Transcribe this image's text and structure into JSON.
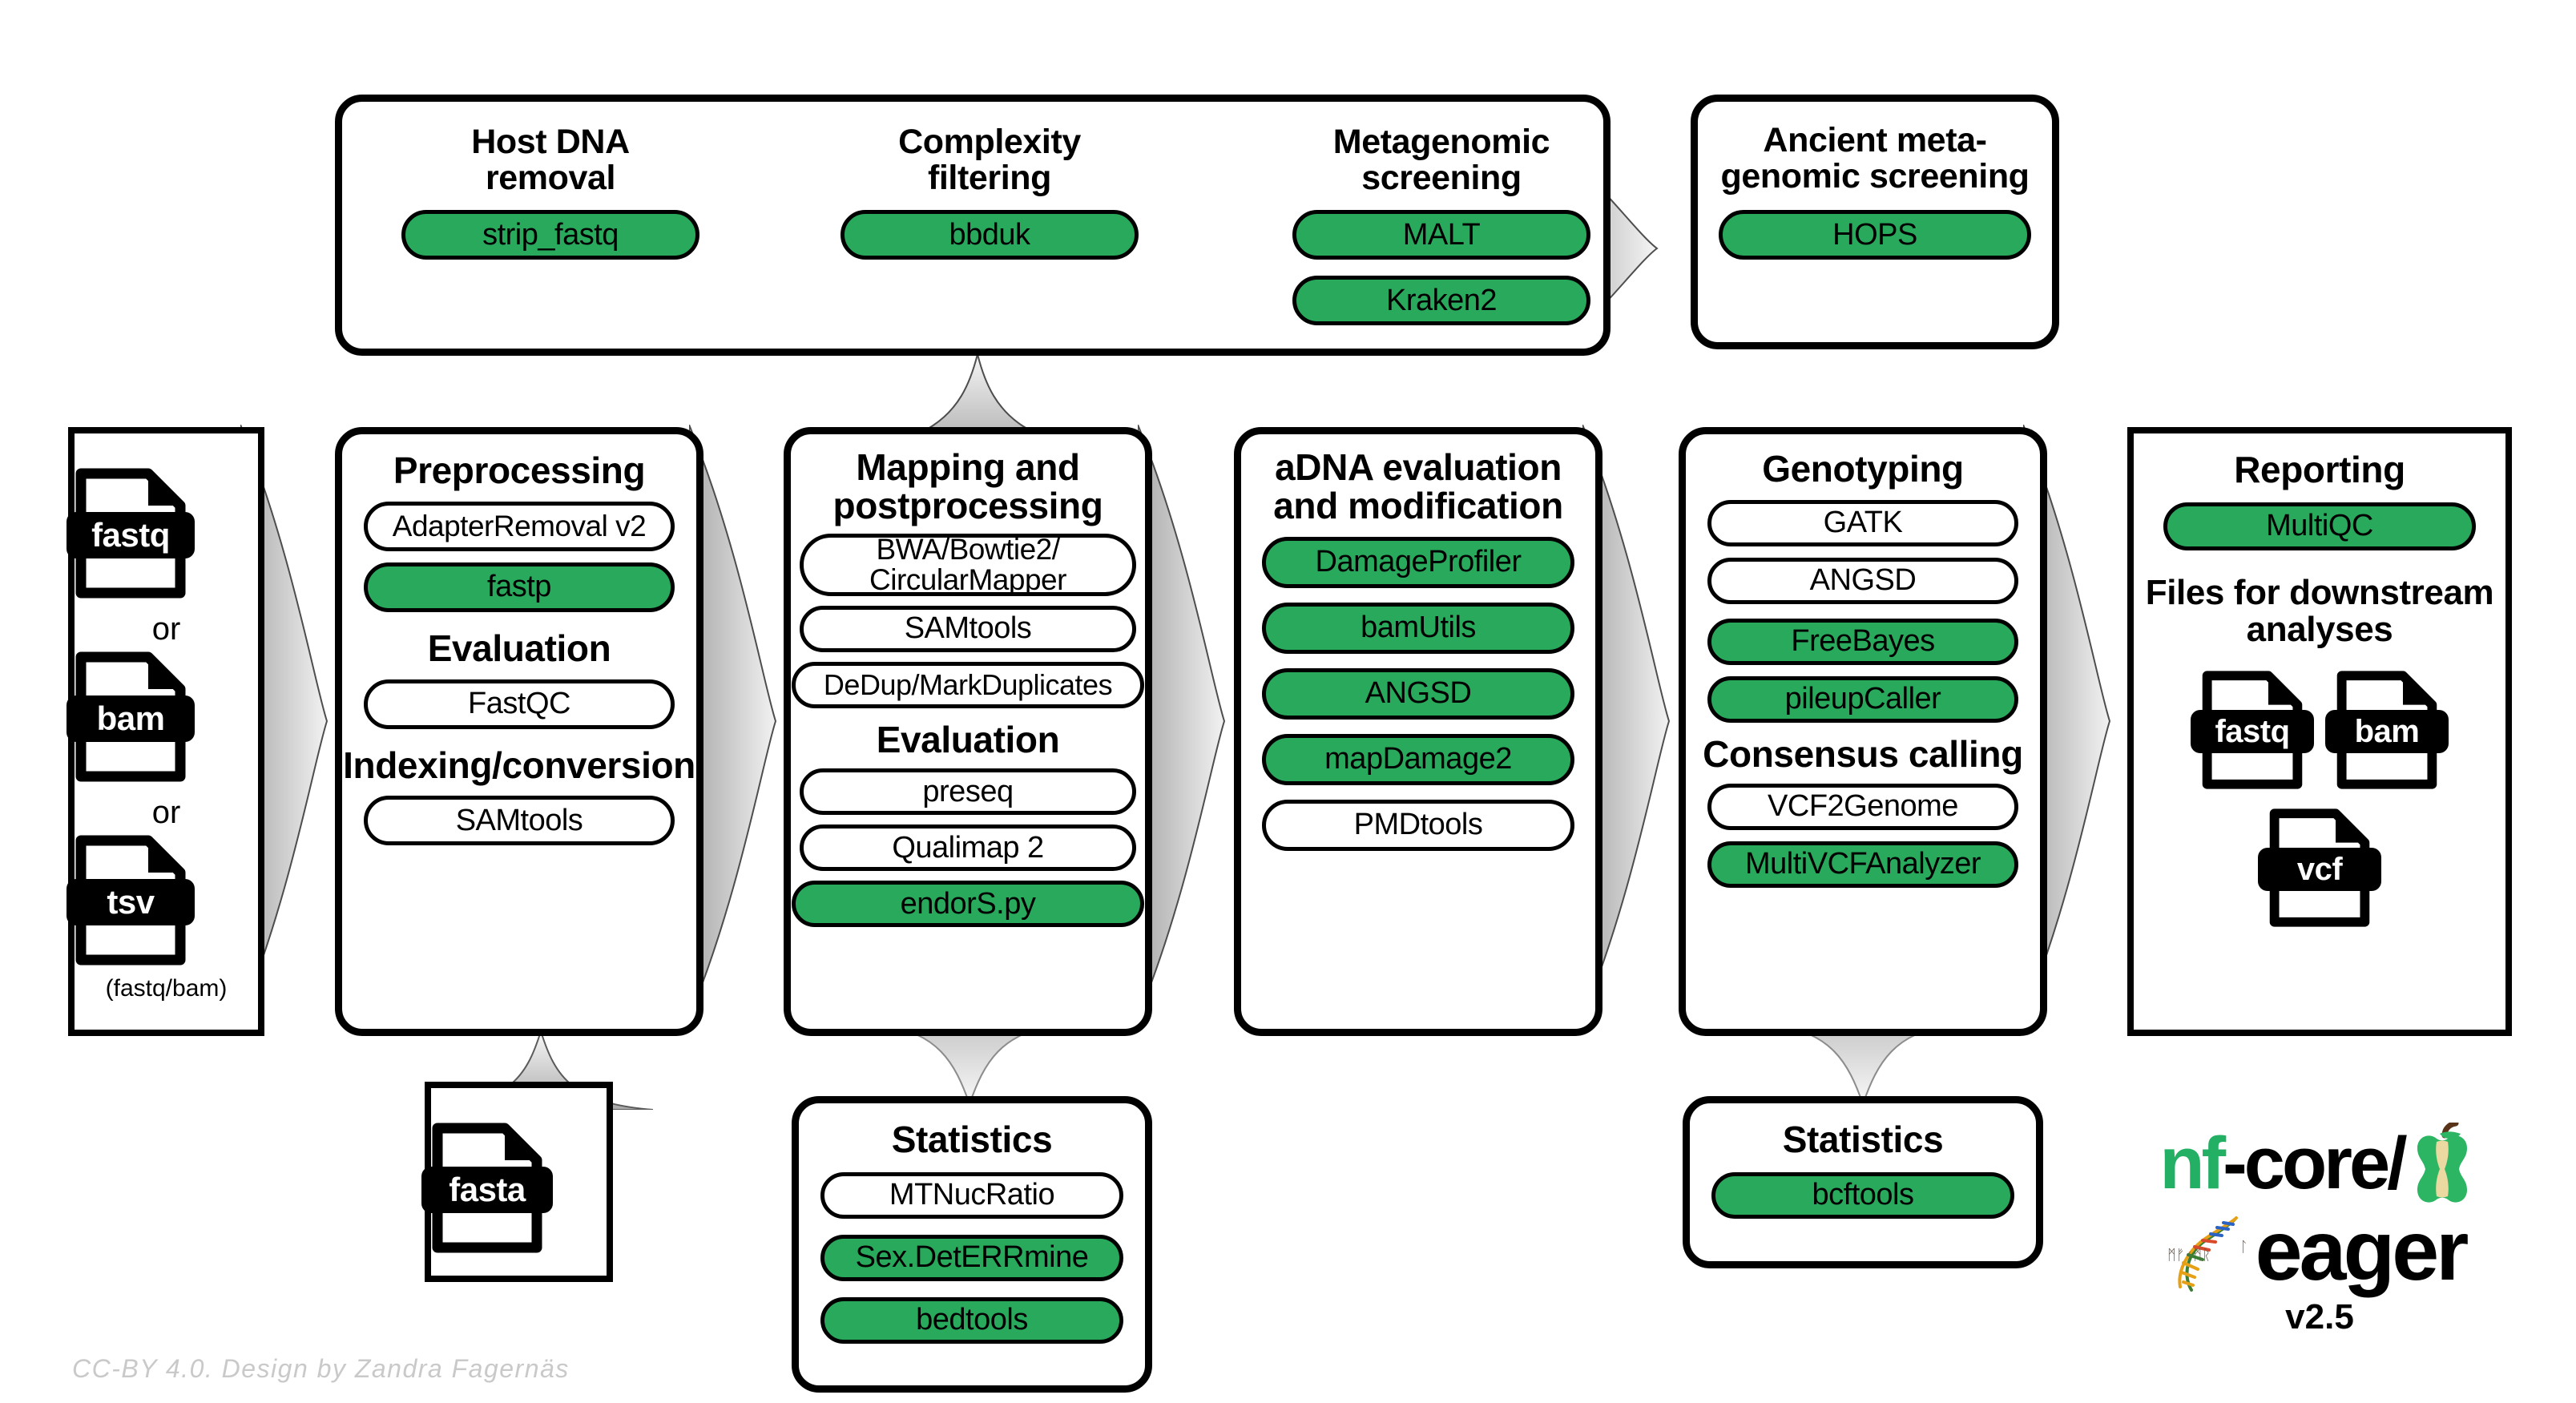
{
  "diagram": {
    "title": "nf-core/eager pipeline overview",
    "accent_green": "#28a95b",
    "logo_green": "#24b064",
    "footer": "CC-BY 4.0. Design by Zandra Fagernäs"
  },
  "logo": {
    "nf": "nf",
    "core": "-core/",
    "eager": "eager",
    "version": "v2.5",
    "apple_icon": "apple-core-icon",
    "dna_icon": "dna-helix-icon"
  },
  "input_box": {
    "files": [
      {
        "label": "fastq",
        "icon": "file-icon-fastq"
      },
      {
        "label": "bam",
        "icon": "file-icon-bam"
      },
      {
        "label": "tsv",
        "icon": "file-icon-tsv"
      }
    ],
    "or_1": "or",
    "or_2": "or",
    "note": "(fastq/bam)"
  },
  "reference_box": {
    "file": {
      "label": "fasta",
      "icon": "file-icon-fasta"
    }
  },
  "screening_panel": {
    "groups": [
      {
        "title": "Host DNA\nremoval",
        "tools": [
          {
            "label": "strip_fastq",
            "green": true
          }
        ]
      },
      {
        "title": "Complexity\nfiltering",
        "tools": [
          {
            "label": "bbduk",
            "green": true
          }
        ]
      },
      {
        "title": "Metagenomic\nscreening",
        "tools": [
          {
            "label": "MALT",
            "green": true
          },
          {
            "label": "Kraken2",
            "green": true
          }
        ]
      }
    ]
  },
  "ancient_screening_box": {
    "title": "Ancient meta-\ngenomic screening",
    "tools": [
      {
        "label": "HOPS",
        "green": true
      }
    ]
  },
  "columns": [
    {
      "name": "preprocessing",
      "title": "Preprocessing",
      "sections": [
        {
          "heading": null,
          "tools": [
            {
              "label": "AdapterRemoval v2",
              "green": false
            },
            {
              "label": "fastp",
              "green": true
            }
          ]
        },
        {
          "heading": "Evaluation",
          "tools": [
            {
              "label": "FastQC",
              "green": false
            }
          ]
        },
        {
          "heading": "Indexing/conversion",
          "tools": [
            {
              "label": "SAMtools",
              "green": false
            }
          ]
        }
      ]
    },
    {
      "name": "mapping",
      "title": "Mapping and\npostprocessing",
      "sections": [
        {
          "heading": null,
          "tools": [
            {
              "label": "BWA/Bowtie2/\nCircularMapper",
              "green": false
            },
            {
              "label": "SAMtools",
              "green": false
            },
            {
              "label": "DeDup/MarkDuplicates",
              "green": false
            }
          ]
        },
        {
          "heading": "Evaluation",
          "tools": [
            {
              "label": "preseq",
              "green": false
            },
            {
              "label": "Qualimap 2",
              "green": false
            },
            {
              "label": "endorS.py",
              "green": true
            }
          ]
        }
      ]
    },
    {
      "name": "adna-evaluation",
      "title": "aDNA evaluation\nand modification",
      "sections": [
        {
          "heading": null,
          "tools": [
            {
              "label": "DamageProfiler",
              "green": true
            },
            {
              "label": "bamUtils",
              "green": true
            },
            {
              "label": "ANGSD",
              "green": true
            },
            {
              "label": "mapDamage2",
              "green": true
            },
            {
              "label": "PMDtools",
              "green": false
            }
          ]
        }
      ]
    },
    {
      "name": "genotyping",
      "title": "Genotyping",
      "sections": [
        {
          "heading": null,
          "tools": [
            {
              "label": "GATK",
              "green": false
            },
            {
              "label": "ANGSD",
              "green": false
            },
            {
              "label": "FreeBayes",
              "green": true
            },
            {
              "label": "pileupCaller",
              "green": true
            }
          ]
        },
        {
          "heading": "Consensus calling",
          "tools": [
            {
              "label": "VCF2Genome",
              "green": false
            },
            {
              "label": "MultiVCFAnalyzer",
              "green": true
            }
          ]
        }
      ]
    },
    {
      "name": "reporting",
      "title": "Reporting",
      "sections": [
        {
          "heading": null,
          "tools": [
            {
              "label": "MultiQC",
              "green": true
            }
          ]
        },
        {
          "heading": "Files for downstream\nanalyses",
          "tools": []
        }
      ],
      "output_files": [
        {
          "label": "fastq",
          "icon": "file-icon-fastq"
        },
        {
          "label": "bam",
          "icon": "file-icon-bam"
        },
        {
          "label": "vcf",
          "icon": "file-icon-vcf"
        }
      ]
    }
  ],
  "statistics_mapping": {
    "title": "Statistics",
    "tools": [
      {
        "label": "MTNucRatio",
        "green": false
      },
      {
        "label": "Sex.DetERRmine",
        "green": true
      },
      {
        "label": "bedtools",
        "green": true
      }
    ]
  },
  "statistics_genotyping": {
    "title": "Statistics",
    "tools": [
      {
        "label": "bcftools",
        "green": true
      }
    ]
  }
}
